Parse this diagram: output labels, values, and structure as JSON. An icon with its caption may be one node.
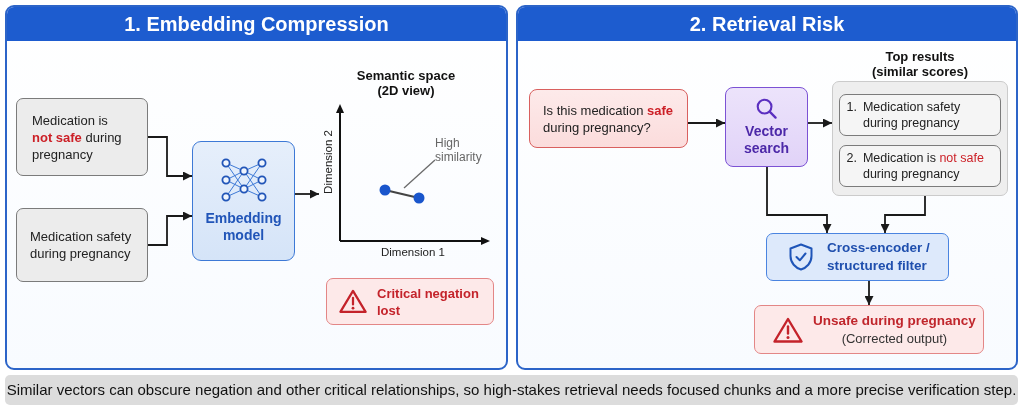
{
  "diagram": {
    "caption": "Similar vectors can obscure negation and other critical relationships, so high-stakes retrieval needs focused chunks and a more precise verification step.",
    "nodes": [
      {
        "text": [
          "1. Embedding Compression"
        ]
      },
      {
        "text": [
          "Medication is **not safe** during pregnancy"
        ],
        "in": 0
      },
      {
        "text": [
          "Medication safety during pregnancy"
        ],
        "in": 0
      },
      {
        "text": [
          "Embedding model"
        ],
        "in": 0
      },
      {
        "text": [
          "Semantic space (2D view)",
          "Dimension 2",
          "Dimension 1"
        ],
        "in": 0
      },
      {
        "text": [
          "High similarity"
        ],
        "in": 4
      },
      {
        "text": [
          "Critical negation lost"
        ],
        "in": 0
      },
      {
        "text": [
          "2. Retrieval Risk"
        ]
      },
      {
        "text": [
          "Is this medication **safe** during pregnancy?"
        ],
        "in": 7
      },
      {
        "text": [
          "Vector search"
        ],
        "in": 7
      },
      {
        "text": [
          "Top results (similar scores)"
        ],
        "in": 7
      },
      {
        "text": [
          "1.",
          "Medication safety during pregnancy"
        ],
        "in": 10
      },
      {
        "text": [
          "2.",
          "Medication is **not safe** during pregnancy"
        ],
        "in": 10
      },
      {
        "text": [
          "Cross-encoder / structured filter"
        ],
        "in": 7
      },
      {
        "text": [
          "Unsafe during pregnancy",
          "(Corrected output)"
        ],
        "in": 7
      }
    ],
    "edges": [
      {
        "from": 1,
        "to": 3,
        "arrow": "to"
      },
      {
        "from": 2,
        "to": 3,
        "arrow": "to"
      },
      {
        "from": 3,
        "to": 4,
        "arrow": "to"
      },
      {
        "from": 5,
        "to": null,
        "arrow": "none",
        "color": "#6b6b6b"
      },
      {
        "from": 8,
        "to": 9,
        "arrow": "to"
      },
      {
        "from": 9,
        "to": 10,
        "arrow": "to"
      },
      {
        "from": 9,
        "to": 13,
        "arrow": "to"
      },
      {
        "from": 10,
        "to": 13,
        "arrow": "to"
      },
      {
        "from": 13,
        "to": 14,
        "arrow": "to"
      }
    ]
  }
}
